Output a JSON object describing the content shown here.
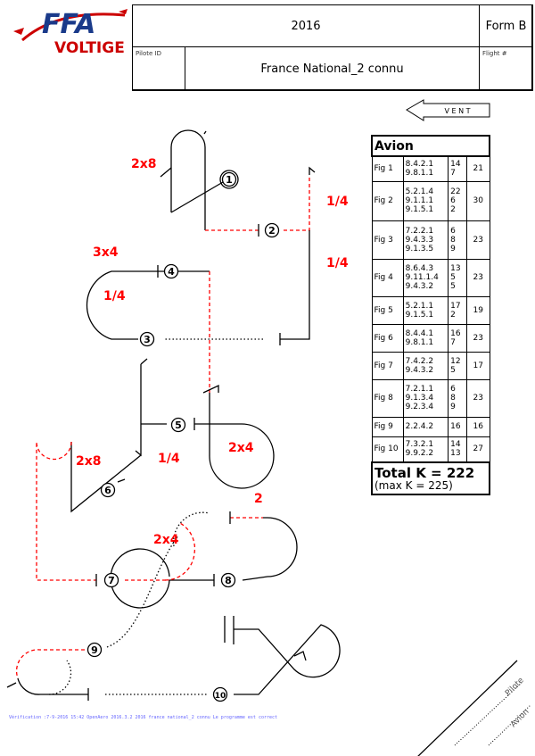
{
  "header": {
    "logo_text": "FFA VOLTIGE",
    "year": "2016",
    "form": "Form B",
    "pilot_id_label": "Pilote ID",
    "program_title": "France National_2 connu",
    "flight_label": "Flight #"
  },
  "wind": {
    "label": "V E N T"
  },
  "table": {
    "title": "Avion",
    "rows": [
      {
        "fig": "Fig 1",
        "codes": [
          "8.4.2.1",
          "9.8.1.1"
        ],
        "ks": [
          "14",
          "7"
        ],
        "total": "21"
      },
      {
        "fig": "Fig 2",
        "codes": [
          "5.2.1.4",
          "9.1.1.1",
          "9.1.5.1"
        ],
        "ks": [
          "22",
          "6",
          "2"
        ],
        "total": "30"
      },
      {
        "fig": "Fig 3",
        "codes": [
          "7.2.2.1",
          "9.4.3.3",
          "9.1.3.5"
        ],
        "ks": [
          "6",
          "8",
          "9"
        ],
        "total": "23"
      },
      {
        "fig": "Fig 4",
        "codes": [
          "8.6.4.3",
          "9.11.1.4",
          "9.4.3.2"
        ],
        "ks": [
          "13",
          "5",
          "5"
        ],
        "total": "23"
      },
      {
        "fig": "Fig 5",
        "codes": [
          "5.2.1.1",
          "9.1.5.1"
        ],
        "ks": [
          "17",
          "2"
        ],
        "total": "19"
      },
      {
        "fig": "Fig 6",
        "codes": [
          "8.4.4.1",
          "9.8.1.1"
        ],
        "ks": [
          "16",
          "7"
        ],
        "total": "23"
      },
      {
        "fig": "Fig 7",
        "codes": [
          "7.4.2.2",
          "9.4.3.2"
        ],
        "ks": [
          "12",
          "5"
        ],
        "total": "17"
      },
      {
        "fig": "Fig 8",
        "codes": [
          "7.2.1.1",
          "9.1.3.4",
          "9.2.3.4"
        ],
        "ks": [
          "6",
          "8",
          "9"
        ],
        "total": "23"
      },
      {
        "fig": "Fig 9",
        "codes": [
          "2.2.4.2"
        ],
        "ks": [
          "16"
        ],
        "total": "16"
      },
      {
        "fig": "Fig 10",
        "codes": [
          "7.3.2.1",
          "9.9.2.2"
        ],
        "ks": [
          "14",
          "13"
        ],
        "total": "27"
      }
    ],
    "total": "Total K = 222",
    "max": "(max K = 225)"
  },
  "diagram": {
    "numbers": [
      "1",
      "2",
      "3",
      "4",
      "5",
      "6",
      "7",
      "8",
      "9",
      "10"
    ],
    "rolls": {
      "f1": "2x8",
      "f2a": "1/4",
      "f2b": "1/4",
      "f4a": "3x4",
      "f4b": "1/4",
      "f5": "2x4",
      "f6a": "2x8",
      "f6b": "1/4",
      "f8a": "2x4",
      "f8b": "2"
    }
  },
  "signatures": {
    "pilot": "Pilote",
    "plane": "Avion"
  },
  "footer": "Vérification :7-9-2016 15:42 OpenAero 2016.3.2 2016 france national_2 connu Le programme est correct",
  "colors": {
    "roll": "#ff0000",
    "footer": "#6666ff"
  }
}
